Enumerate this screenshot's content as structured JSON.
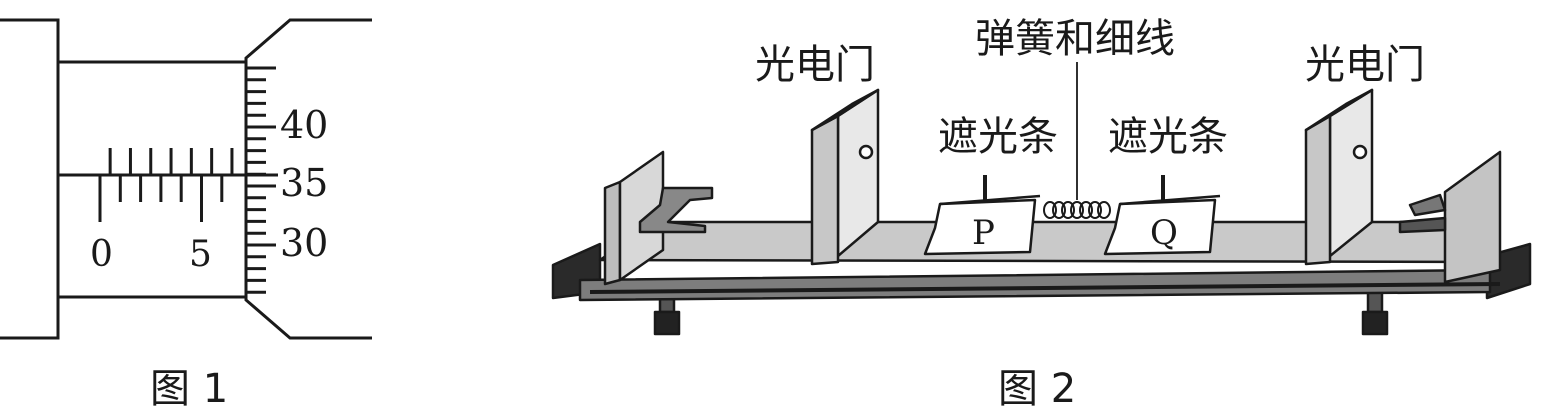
{
  "figure1": {
    "caption": "图 1",
    "main_scale_numbers": [
      "0",
      "5"
    ],
    "thimble_numbers": [
      "40",
      "35",
      "30"
    ]
  },
  "figure2": {
    "caption": "图 2",
    "label_gate_left": "光电门",
    "label_gate_right": "光电门",
    "label_spring": "弹簧和细线",
    "label_strip_left": "遮光条",
    "label_strip_right": "遮光条",
    "label_block_p": "P",
    "label_block_q": "Q"
  }
}
